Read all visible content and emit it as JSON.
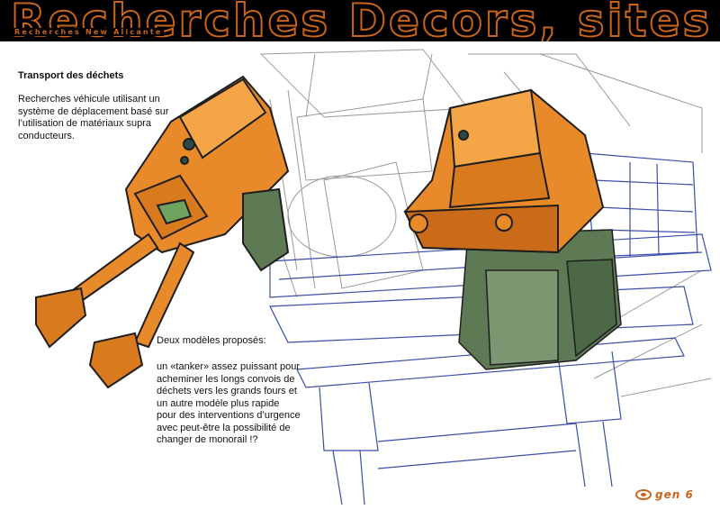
{
  "header": {
    "title": "Recherches Decors, sites",
    "subtitle": "Recherches New Alicante"
  },
  "section": {
    "title": "Transport des déchets",
    "paragraph_1": "Recherches véhicule utilisant un système de déplacement basé sur l’utilisation de matériaux supra conducteurs.",
    "paragraph_2": "Deux modèles proposés:",
    "paragraph_3": "un «tanker» assez puissant pour acheminer les longs convois de déchets vers les grands fours et un autre modèle plus rapide pour des interventions d’urgence avec peut-être la possibilité de changer de monorail !?"
  },
  "footer": {
    "logo_text": "gen 6"
  },
  "colors": {
    "accent_orange": "#c8651a",
    "vehicle_orange": "#e88a2a",
    "vehicle_green": "#5d7a55",
    "pen_blue": "#3a4ea8",
    "sketch_gray": "#9a9a9a"
  }
}
